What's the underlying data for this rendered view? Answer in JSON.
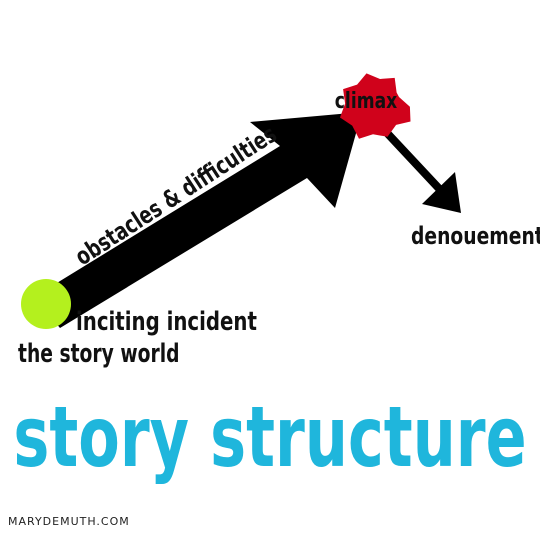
{
  "diagram": {
    "labels": {
      "climax": "climax",
      "obstacles": "obstacles & difficulties",
      "denouement": "denouement",
      "inciting_incident": "inciting incident",
      "story_world": "the story world"
    },
    "title": "story structure",
    "credit": "MARYDEMUTH.COM",
    "colors": {
      "start_dot": "#b4f01e",
      "climax_star": "#d0021b",
      "arrow": "#000000",
      "title": "#1fb6dc",
      "text": "#111111"
    }
  }
}
